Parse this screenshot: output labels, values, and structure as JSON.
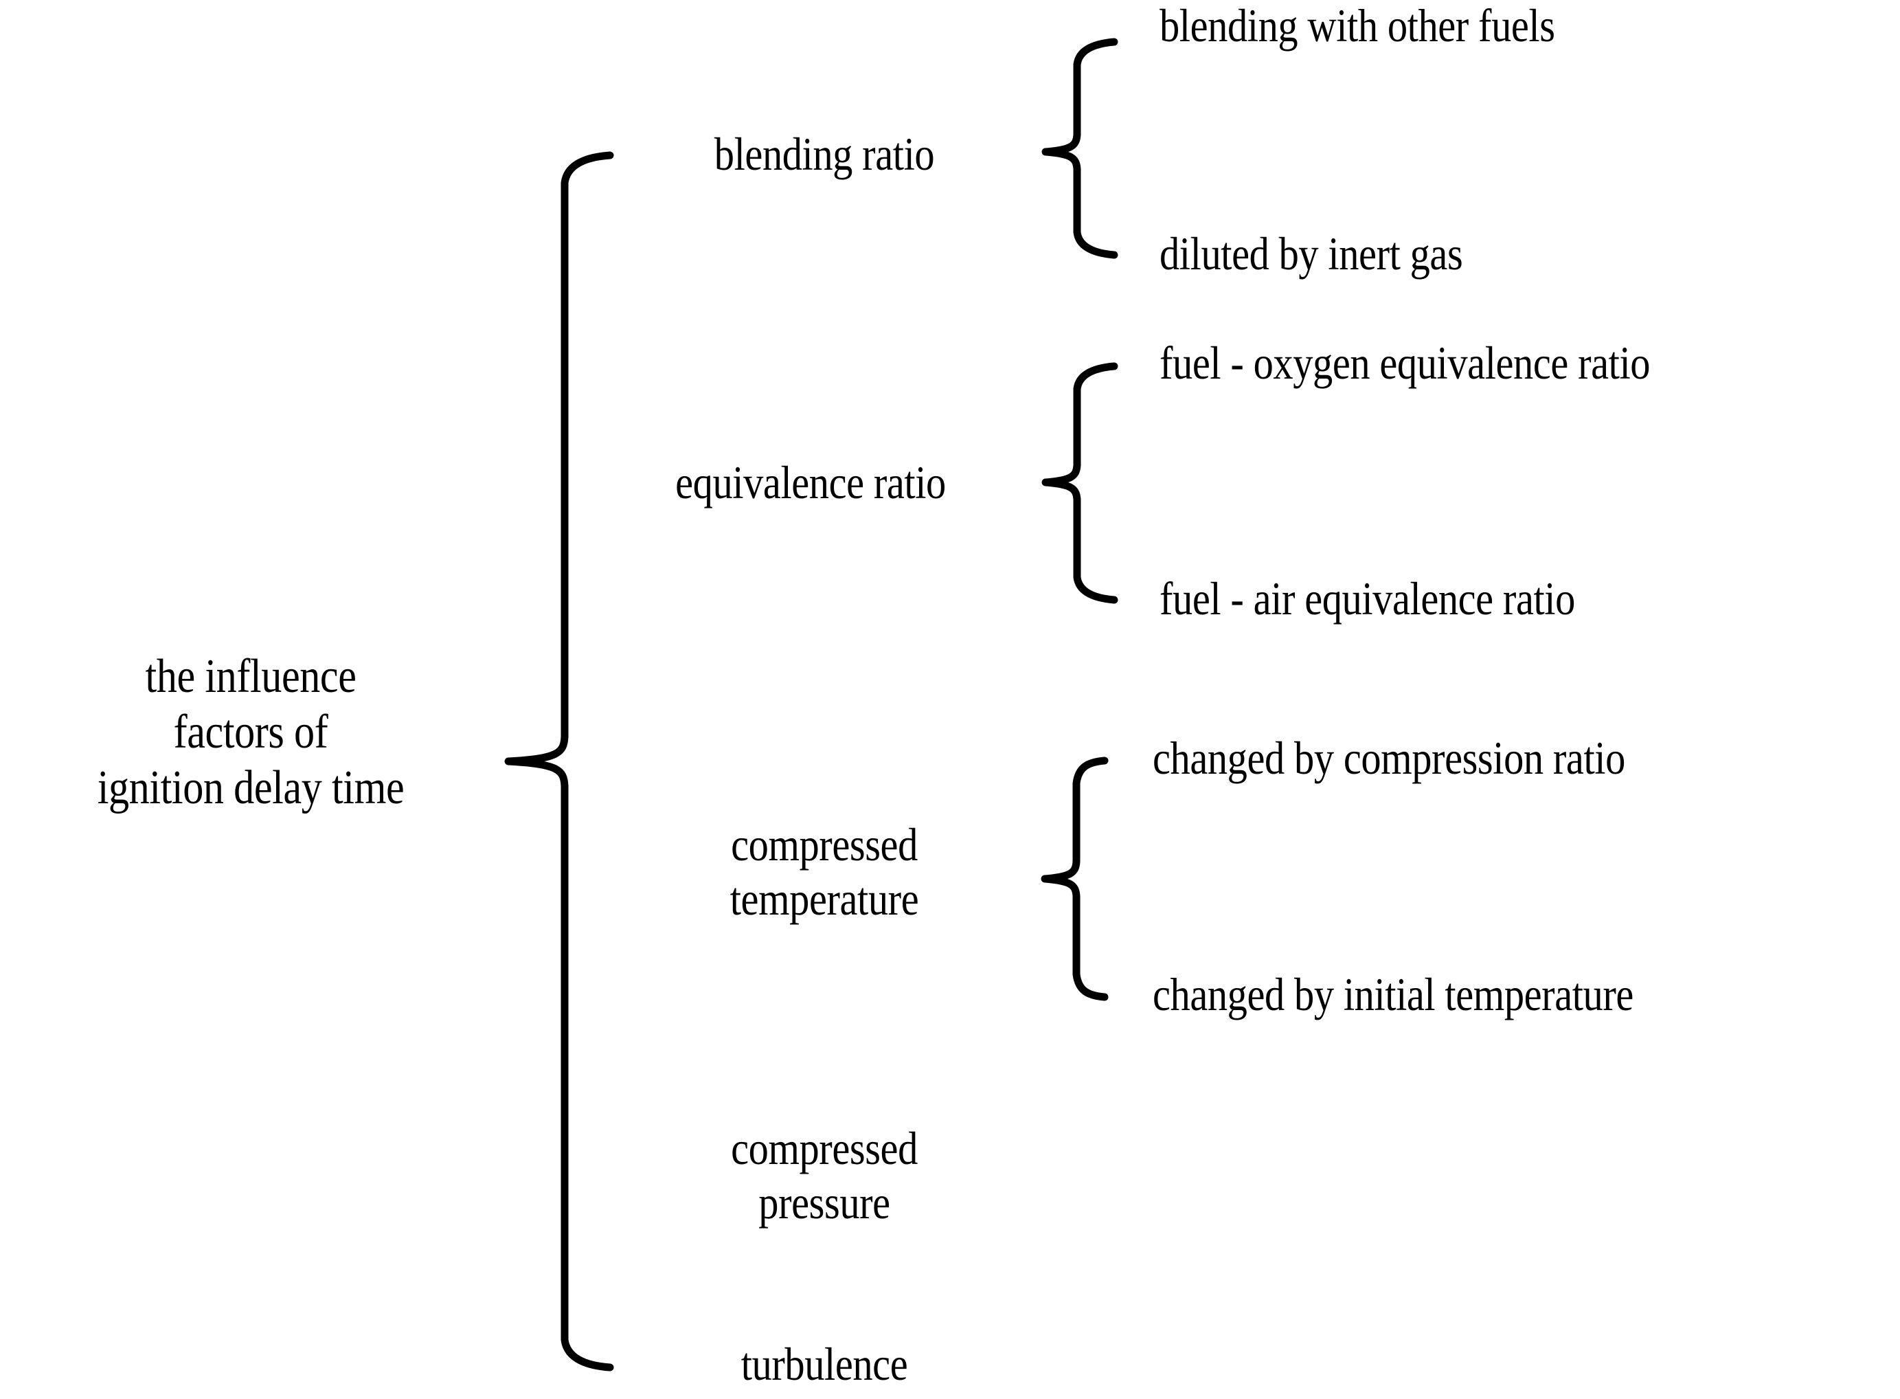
{
  "diagram": {
    "title": "the influence factors of ignition delay time",
    "type": "brace-tree",
    "background_color": "#ffffff",
    "line_color": "#000000",
    "text_color": "#000000",
    "root": {
      "label": "the influence\nfactors of\nignition delay time"
    },
    "level1": [
      {
        "label": "blending ratio"
      },
      {
        "label": "equivalence ratio"
      },
      {
        "label": "compressed\ntemperature"
      },
      {
        "label": "compressed\npressure"
      },
      {
        "label": "turbulence"
      }
    ],
    "level2": {
      "blending_ratio": [
        {
          "label": "blending with other fuels"
        },
        {
          "label": "diluted by inert gas"
        }
      ],
      "equivalence_ratio": [
        {
          "label": "fuel - oxygen equivalence ratio"
        },
        {
          "label": "fuel - air equivalence ratio"
        }
      ],
      "compressed_temperature": [
        {
          "label": "changed by compression ratio"
        },
        {
          "label": "changed by initial temperature"
        }
      ]
    }
  }
}
